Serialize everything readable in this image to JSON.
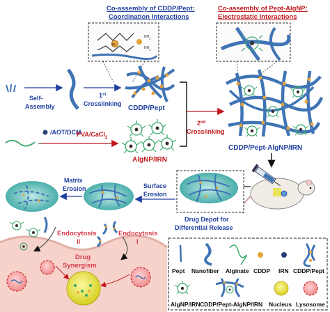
{
  "top_left_title": [
    "Co-assembly of CDDP/Pept:",
    "Coordination Interactions"
  ],
  "top_right_title": [
    "Co-assembly of Pept-AlgNP:",
    "Electrostatic Interactions"
  ],
  "inset_left_nh": [
    "NH",
    "2"
  ],
  "inset_left_nh_b": [
    "NH",
    "3"
  ],
  "inset_left_pt": "Pt",
  "self_assembly": [
    "Self-",
    "Assembly"
  ],
  "first_crosslinking": [
    "1",
    "st",
    " Crosslinking"
  ],
  "cddp_pept": "CDDP/Pept",
  "aot_dcm": "/AOT/DCM",
  "pva_cacl2": [
    "PVA/CaCl",
    "2"
  ],
  "algnp_irn": "AlgNP/IRN",
  "second_crosslinking": [
    "2",
    "nd",
    " Crosslinking"
  ],
  "cddp_pept_algnp_irn": "CDDP/Pept-AlgNP/IRN",
  "matrix_erosion": [
    "Matrix",
    "Erosion"
  ],
  "surface_erosion": [
    "Surface",
    "Erosion"
  ],
  "drug_depot": [
    "Drug Depot for",
    "Differential Release"
  ],
  "endocytosis_ii": [
    "Endocytosis",
    "II"
  ],
  "endocytosis_i": [
    "Endocytosis",
    "I"
  ],
  "drug_synergism": [
    "Drug",
    "Synergism"
  ],
  "legend": {
    "row1": [
      "Pept",
      "Nanofiber",
      "Alginate",
      "CDDP",
      "IRN",
      "CDDP/Pept"
    ],
    "row2": [
      "AlgNP/IRN",
      "CDDP/Pept-AlgNP/IRN",
      "Nucleus",
      "Lysosome"
    ]
  },
  "colors": {
    "blue_fiber": "#3f74b5",
    "orange_dot": "#e8a23a",
    "green_alg": "#3aa86a",
    "title_blue": "#1f3f9e",
    "title_red": "#c0181c",
    "depot_teal": "#4fb8b4",
    "cell_pink": "#f6d2cb",
    "nucleus_yellow": "#e9e23a",
    "lysosome_pink": "#f29a9a"
  }
}
